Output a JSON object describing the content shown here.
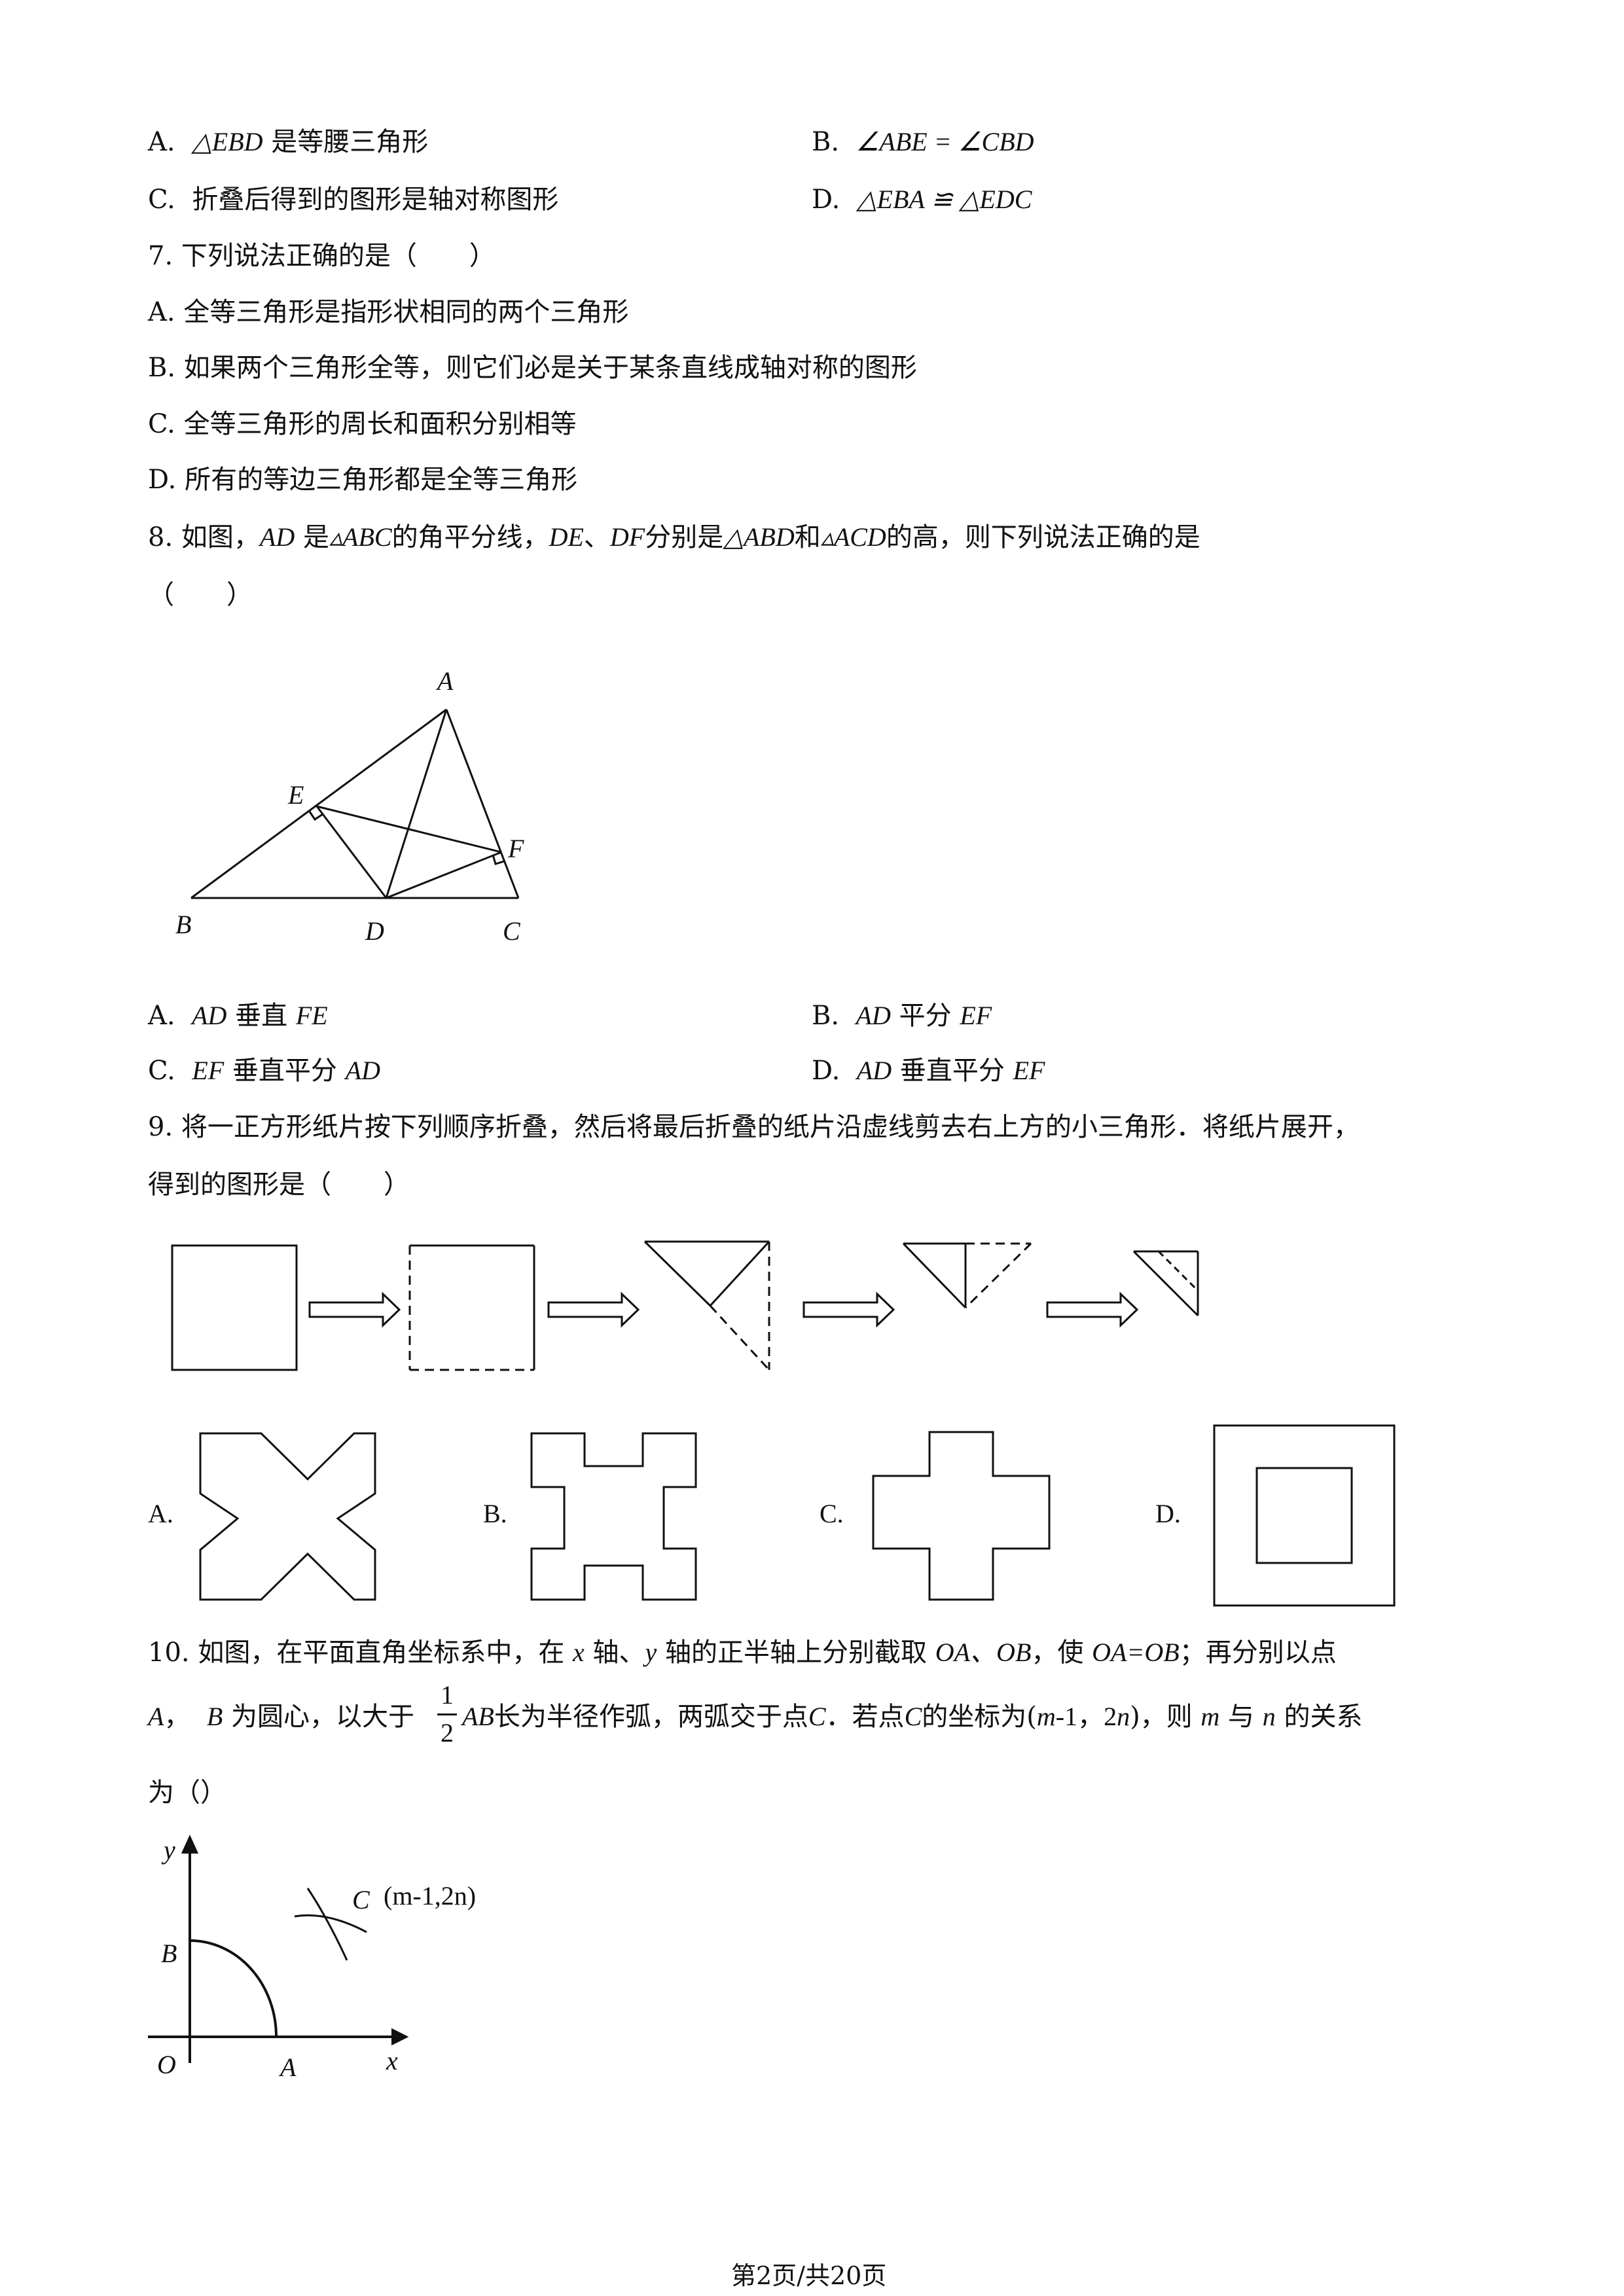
{
  "q6": {
    "opts": [
      {
        "key": "A.",
        "math": "△EBD",
        "text": "是等腰三角形"
      },
      {
        "key": "B.",
        "math": "∠ABE = ∠CBD"
      },
      {
        "key": "C.",
        "text": "折叠后得到的图形是轴对称图形"
      },
      {
        "key": "D.",
        "math": "△EBA ≌ △EDC"
      }
    ]
  },
  "q7": {
    "stem": "7. 下列说法正确的是（　　）",
    "opts": [
      "A. 全等三角形是指形状相同的两个三角形",
      "B. 如果两个三角形全等，则它们必是关于某条直线成轴对称的图形",
      "C. 全等三角形的周长和面积分别相等",
      "D. 所有的等边三角形都是全等三角形"
    ]
  },
  "q8": {
    "num": "8. 如图，",
    "ad": "AD",
    "t1": "是",
    "abc": "▵ABC",
    "t2": "的角平分线，",
    "de": "DE",
    "sep": "、",
    "df": "DF",
    "t3": "分别是",
    "abd": "△ABD",
    "t4": "和",
    "acd": "▵ACD",
    "t5": "的高，则下列说法正确的是",
    "paren": "（　　）",
    "fig": {
      "A": "A",
      "B": "B",
      "C": "C",
      "D": "D",
      "E": "E",
      "F": "F"
    },
    "opts": [
      {
        "key": "A.",
        "m1": "AD",
        "txt": "垂直",
        "m2": "FE"
      },
      {
        "key": "B.",
        "m1": "AD",
        "txt": "平分",
        "m2": "EF"
      },
      {
        "key": "C.",
        "m1": "EF",
        "txt": "垂直平分",
        "m2": "AD"
      },
      {
        "key": "D.",
        "m1": "AD",
        "txt": "垂直平分",
        "m2": "EF"
      }
    ]
  },
  "q9": {
    "line1": "9. 将一正方形纸片按下列顺序折叠，然后将最后折叠的纸片沿虚线剪去右上方的小三角形．将纸片展开，",
    "line2": "得到的图形是（　　）",
    "opts": [
      "A.",
      "B.",
      "C.",
      "D."
    ]
  },
  "q10": {
    "l1a": "10.  如图，在平面直角坐标系中，在",
    "x": "x",
    "l1b": "轴、",
    "y": "y",
    "l1c": "轴的正半轴上分别截取",
    "oaob": "OA、OB",
    "l1d": "，使",
    "eq": "OA=OB",
    "l1e": "；再分别以点",
    "A": "A",
    "comma": "，",
    "B": "B",
    "l2a": "为圆心，以大于",
    "num": "1",
    "den": "2",
    "ab": "AB",
    "l2b": "长为半径作弧，两弧交于点",
    "C": "C",
    "l2c": "．若点",
    "C2": "C",
    "l2d": "的坐标为(",
    "m": "m",
    "l2e": "-1，2",
    "n": "n",
    "l2f": ")，则",
    "m2": "m",
    "l2g": "与",
    "n2": "n",
    "l2h": "的关系",
    "l3": "为（）",
    "fig": {
      "y": "y",
      "x": "x",
      "O": "O",
      "A": "A",
      "B": "B",
      "C": "C",
      "coord": "(m-1,2n)"
    }
  },
  "footer": "第2页/共20页"
}
